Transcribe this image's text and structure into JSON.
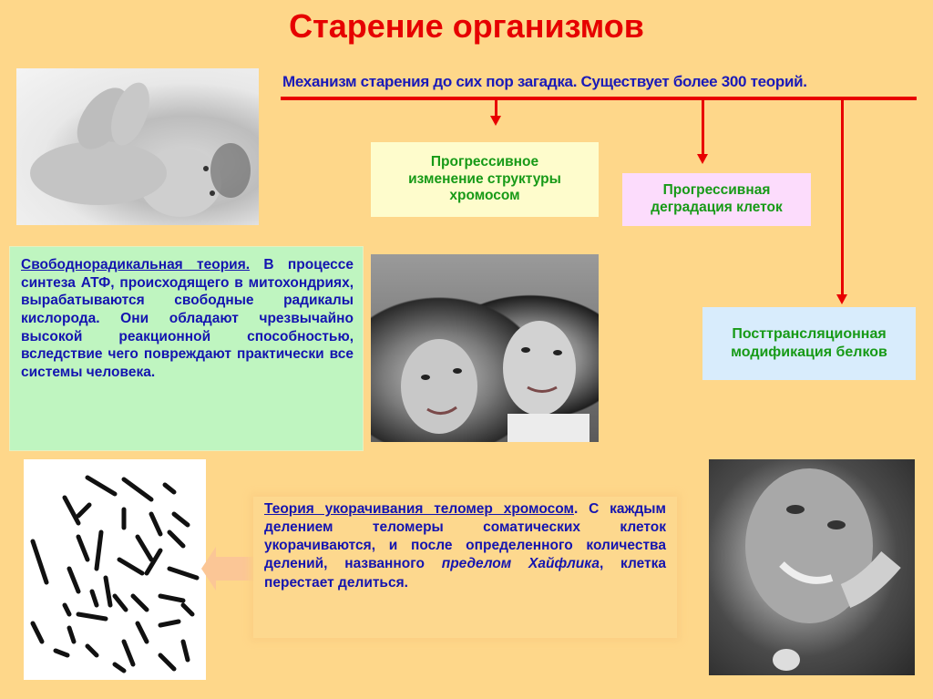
{
  "slide": {
    "title": "Старение организмов",
    "subtitle": "Механизм старения до сих пор загадка. Существует более 300 теорий.",
    "background_color": "#fed78a",
    "accent_color": "#e80000"
  },
  "theory_boxes": [
    {
      "label": "Прогрессивное изменение структуры хромосом",
      "bg": "#fefccc"
    },
    {
      "label": "Прогрессивная деградация клеток",
      "bg": "#fcdcfc"
    },
    {
      "label": "Посттрансляционная модификация белков",
      "bg": "#d8ecfc"
    }
  ],
  "free_radical": {
    "heading": "Свободнорадикальная теория.",
    "body": " В процессе синтеза АТФ, происходящего в митохондриях, вырабатываются свободные радикалы кислорода. Они обладают чрезвычайно высокой реакционной способностью, вследствие чего повреждают практически все системы человека."
  },
  "telomere": {
    "heading": "Теория укорачивания теломер хромосом",
    "after_heading": ". С каждым делением теломеры соматических клеток укорачиваются, и после определенного количества делений, названного ",
    "italic_term": "пределом Хайфлика",
    "ending": ", клетка перестает делиться."
  },
  "images": {
    "baby": "baby-photo",
    "young_women": "young-women-photo",
    "karyotype": "chromosome-karyotype-image",
    "elderly": "elderly-person-photo"
  }
}
